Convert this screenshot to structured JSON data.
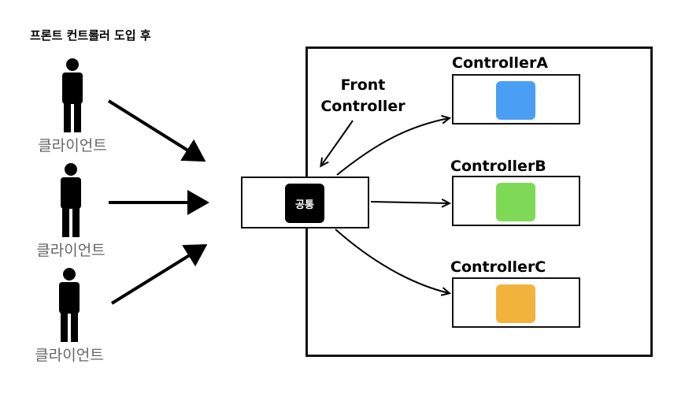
{
  "title": "프론트 컨트롤러 도입 후",
  "clients": [
    {
      "label": "클라이언트"
    },
    {
      "label": "클라이언트"
    },
    {
      "label": "클라이언트"
    }
  ],
  "front_controller": {
    "label_line1": "Front",
    "label_line2": "Controller",
    "common_label": "공통"
  },
  "controllers": [
    {
      "name": "ControllerA",
      "color": "#4a9ff5"
    },
    {
      "name": "ControllerB",
      "color": "#7ed957"
    },
    {
      "name": "ControllerC",
      "color": "#f2b33d"
    }
  ],
  "icons": {
    "client": "person-icon"
  }
}
